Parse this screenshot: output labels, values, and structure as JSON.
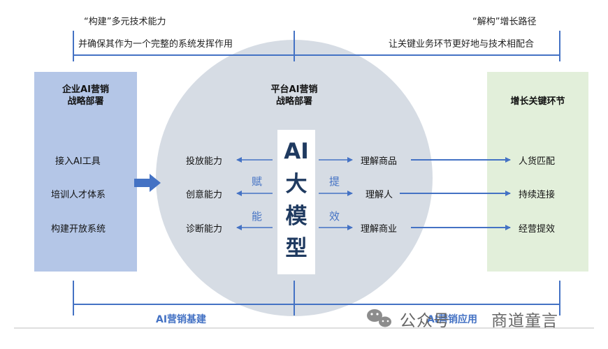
{
  "top_left": {
    "line1": "“构建”多元技术能力",
    "line2": "并确保其作为一个完整的系统发挥作用"
  },
  "top_right": {
    "line1": "“解构”增长路径",
    "line2": "让关键业务环节更好地与技术相配合"
  },
  "left_panel": {
    "title_line1": "企业AI营销",
    "title_line2": "战略部署",
    "items": [
      "接入AI工具",
      "培训人才体系",
      "构建开放系统"
    ]
  },
  "center_panel": {
    "title_line1": "平台AI营销",
    "title_line2": "战略部署",
    "core_chars": [
      "AI",
      "大",
      "模",
      "型"
    ],
    "left_items": [
      "投放能力",
      "创意能力",
      "诊断能力"
    ],
    "left_verb": [
      "赋",
      "能"
    ],
    "right_items": [
      "理解商品",
      "理解人",
      "理解商业"
    ],
    "right_verb": [
      "提",
      "效"
    ]
  },
  "right_panel": {
    "title": "增长关键环节",
    "items": [
      "人货匹配",
      "持续连接",
      "经营提效"
    ]
  },
  "bottom": {
    "left_label": "AI营销基建",
    "right_label": "AI营销应用"
  },
  "watermark": {
    "wechat_label": "公众号",
    "name": "商道童言"
  },
  "colors": {
    "left_panel": "#b4c6e7",
    "right_panel": "#e2efda",
    "circle": "#d6dce4",
    "accent": "#4472c4",
    "core_text": "#1f3a60"
  }
}
